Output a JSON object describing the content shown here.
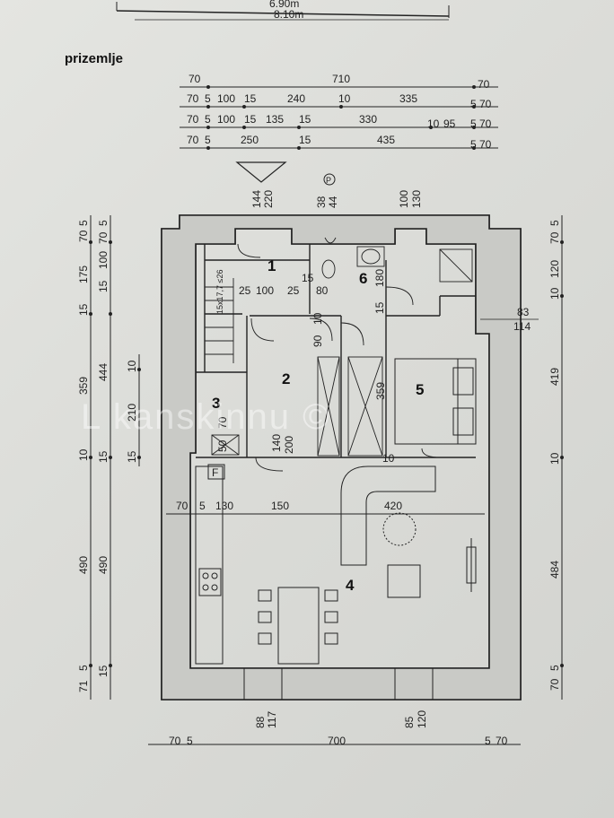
{
  "sheet": {
    "top_dim_a": "6.90m",
    "top_dim_b": "8.10m",
    "title": "prizemlje",
    "watermark": "L kanskinnu ©"
  },
  "dims_top": {
    "row1": [
      "70",
      "710",
      "70"
    ],
    "row2": [
      "70",
      "5",
      "100",
      "15",
      "240",
      "10",
      "335",
      "5",
      "70"
    ],
    "row3": [
      "70",
      "5",
      "100",
      "15",
      "135",
      "15",
      "330",
      "10",
      "95",
      "5",
      "70"
    ],
    "row4": [
      "70",
      "5",
      "250",
      "15",
      "435",
      "5",
      "70"
    ]
  },
  "dims_bottom": [
    "70",
    "5",
    "700",
    "5",
    "70"
  ],
  "dims_left_outer": [
    "5",
    "70",
    "175",
    "15",
    "359",
    "10",
    "490",
    "5",
    "71"
  ],
  "dims_left_inner": [
    "5",
    "70",
    "100",
    "15",
    "444",
    "15",
    "490",
    "15"
  ],
  "dims_left_extra": [
    "10",
    "210",
    "15"
  ],
  "dims_right": [
    "5",
    "70",
    "120",
    "10",
    "419",
    "10",
    "484",
    "5",
    "70"
  ],
  "interior": {
    "window_top1": [
      "144",
      "220"
    ],
    "window_top2": [
      "38",
      "44"
    ],
    "window_top3": [
      "100",
      "130"
    ],
    "vent": "P",
    "stair_label": "15x17,7 ≤26",
    "row_a": [
      "25",
      "100",
      "25",
      "15",
      "80"
    ],
    "bath": [
      "15",
      "180"
    ],
    "hall": [
      "90",
      "10"
    ],
    "store": [
      "70",
      "50"
    ],
    "door": [
      "140",
      "200"
    ],
    "bed_w": "359",
    "bed_side": [
      "83",
      "114"
    ],
    "fridge": "F",
    "living_row": [
      "70",
      "5",
      "130",
      "150",
      "420"
    ],
    "win_bottom1": [
      "88",
      "117"
    ],
    "win_bottom2": [
      "85",
      "120"
    ],
    "ten_a": "10",
    "ten_b": "10"
  },
  "rooms": [
    "1",
    "2",
    "3",
    "4",
    "5",
    "6"
  ]
}
